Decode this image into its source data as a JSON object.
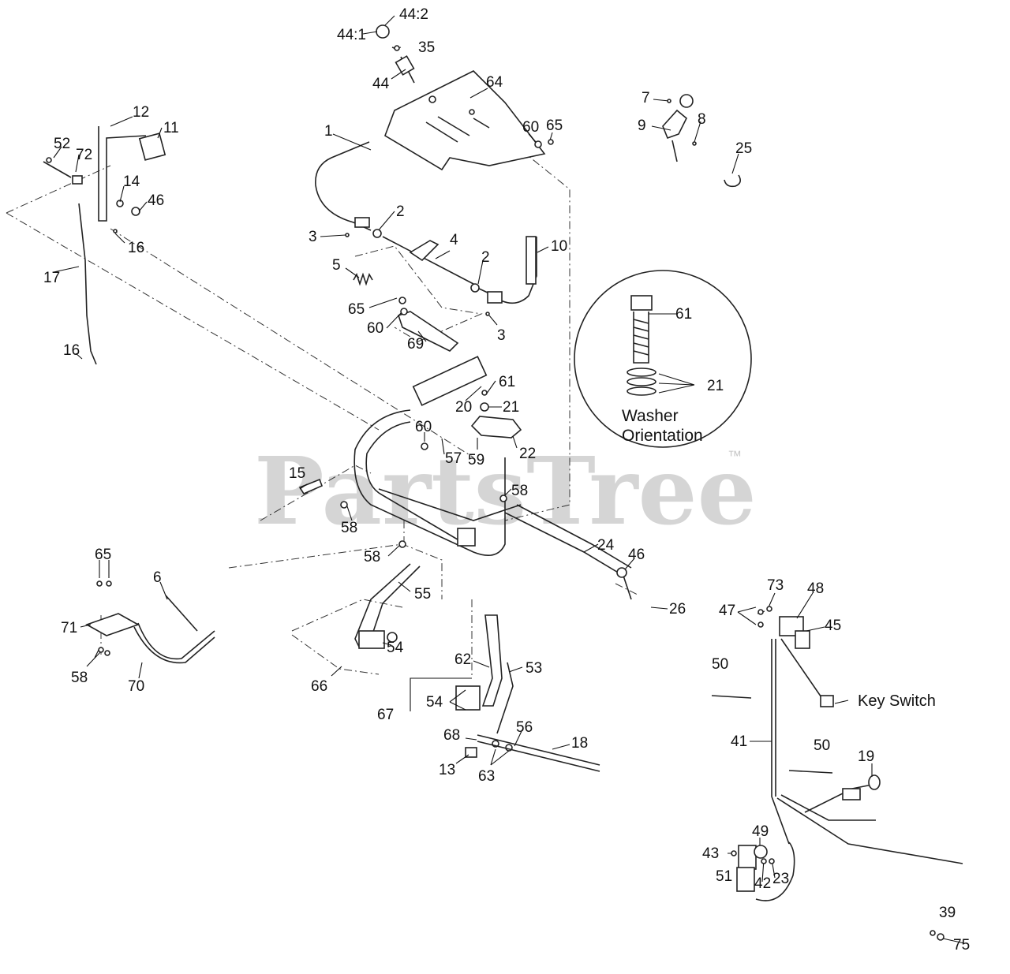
{
  "diagram": {
    "watermark": "PartsTree",
    "trademark": "™",
    "labels": [
      "44:2",
      "44:1",
      "35",
      "44",
      "64",
      "60",
      "65",
      "1",
      "12",
      "11",
      "52",
      "72",
      "14",
      "46",
      "16",
      "2",
      "3",
      "4",
      "2",
      "10",
      "17",
      "5",
      "65",
      "60",
      "3",
      "16",
      "69",
      "61",
      "20",
      "21",
      "60",
      "57",
      "59",
      "22",
      "15",
      "58",
      "58",
      "58",
      "24",
      "46",
      "26",
      "65",
      "6",
      "71",
      "55",
      "54",
      "58",
      "70",
      "66",
      "62",
      "53",
      "54",
      "67",
      "68",
      "56",
      "13",
      "63",
      "18",
      "7",
      "8",
      "9",
      "25",
      "61",
      "21",
      "73",
      "48",
      "47",
      "45",
      "50",
      "41",
      "50",
      "19",
      "49",
      "43",
      "51",
      "42",
      "23",
      "39",
      "75"
    ],
    "inset_label_text": [
      "Washer",
      "Orientation"
    ],
    "key_switch_label": "Key Switch"
  }
}
